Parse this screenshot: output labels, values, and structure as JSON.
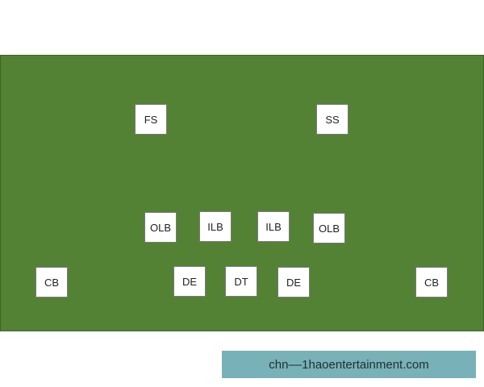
{
  "colors": {
    "field": "#548235",
    "box": "#ffffff",
    "footer_bg": "#78b1b7"
  },
  "positions": {
    "fs": "FS",
    "ss": "SS",
    "olb_left": "OLB",
    "ilb_left": "ILB",
    "ilb_right": "ILB",
    "olb_right": "OLB",
    "cb_left": "CB",
    "de_left": "DE",
    "dt": "DT",
    "de_right": "DE",
    "cb_right": "CB"
  },
  "footer": {
    "text": "chn––1haoentertainment.com"
  }
}
